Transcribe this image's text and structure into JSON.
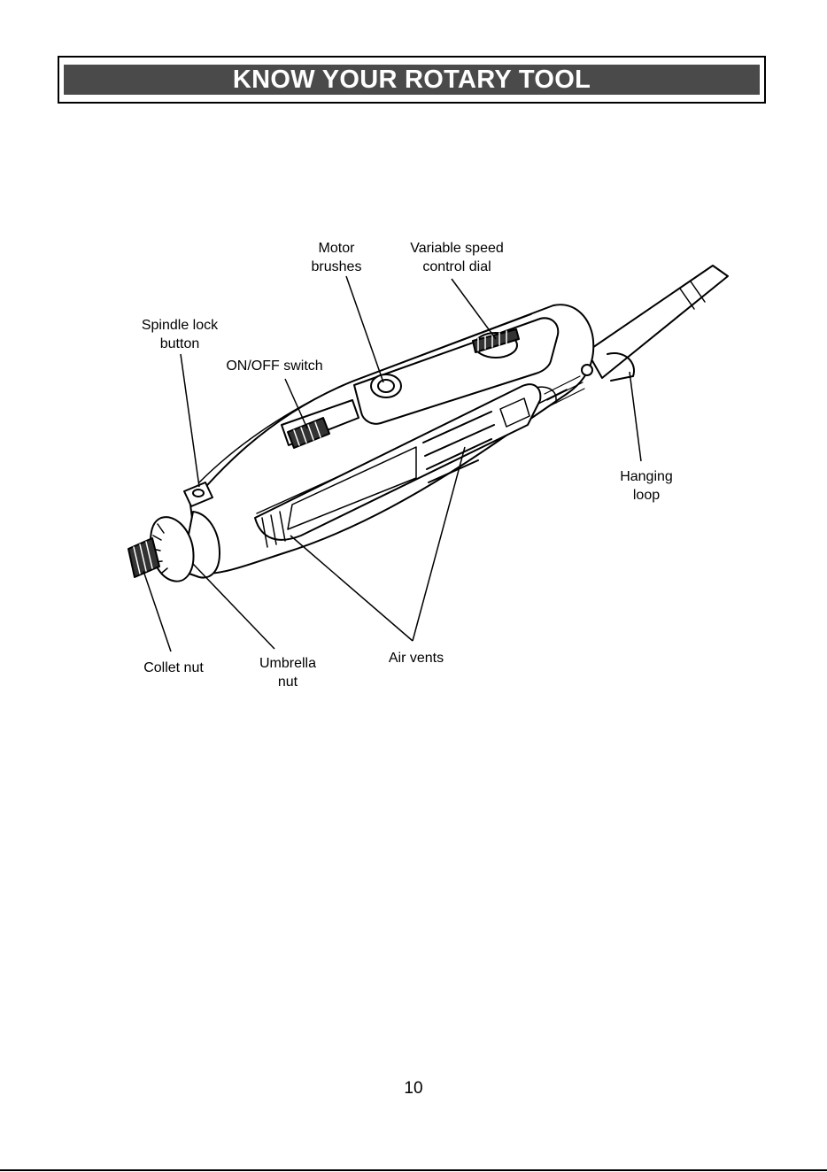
{
  "page": {
    "title": "KNOW YOUR ROTARY TOOL",
    "page_number": "10"
  },
  "labels": {
    "motor_brushes": [
      "Motor",
      "brushes"
    ],
    "variable_speed": [
      "Variable speed",
      "control dial"
    ],
    "spindle_lock": [
      "Spindle lock",
      "button"
    ],
    "on_off": [
      "ON/OFF switch"
    ],
    "hanging_loop": [
      "Hanging",
      "loop"
    ],
    "collet_nut": [
      "Collet nut"
    ],
    "umbrella_nut": [
      "Umbrella",
      "nut"
    ],
    "air_vents": [
      "Air vents"
    ]
  },
  "colors": {
    "title_bar": "#4a4a4a",
    "title_text": "#ffffff",
    "line": "#000000"
  }
}
